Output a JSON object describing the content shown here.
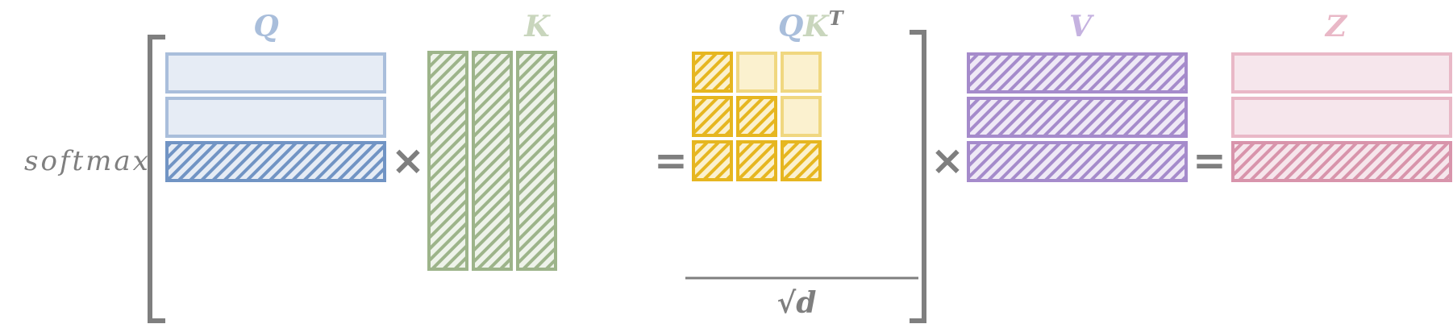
{
  "softmax_label": "softmax",
  "q_label": "Q",
  "k_label": "K",
  "qk_label_q": "Q",
  "qk_label_k": "K",
  "qk_label_t": "T",
  "v_label": "V",
  "z_label": "Z",
  "sqrt_label": "√d",
  "op_multiply_1": "×",
  "op_equals_1": "=",
  "op_multiply_2": "×",
  "op_equals_2": "=",
  "colors": {
    "q_fill": "#e6ecf5",
    "q_stroke": "#a9bedb",
    "q_active": "#7194c4",
    "k_fill": "#dfe8d8",
    "k_stroke": "#9db48a",
    "qkt_fill": "#fbf1cf",
    "qkt_stroke": "#f0d780",
    "qkt_active": "#e6b620",
    "v_stroke": "#a58bcb",
    "v_label": "#c5b2e0",
    "z_fill": "#f6e6ec",
    "z_stroke": "#e9b8c7",
    "z_active": "#d894ab",
    "gray": "#7f7f7f"
  }
}
